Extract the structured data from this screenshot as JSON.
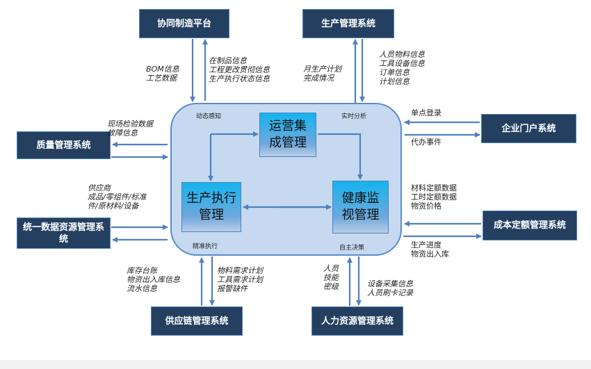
{
  "systems": {
    "collab": "协同制造平台",
    "production": "生产管理系统",
    "quality": "质量管理系统",
    "data": "统一数据资源管理系统",
    "portal": "企业门户系统",
    "cost": "成本定额管理系统",
    "supply": "供应链管理系统",
    "hr": "人力资源管理系统"
  },
  "modules": {
    "ops": "运营集成管理",
    "exec": "生产执行管理",
    "health": "健康监视管理"
  },
  "corners": {
    "tl": "动态感知",
    "tr": "实时分析",
    "bl": "精准执行",
    "br": "自主决策"
  },
  "labels": {
    "collab_in": "BOM信息\n工艺数据",
    "collab_out": "在制品信息\n工程更改贯彻信息\n生产执行状态信息",
    "prod_out": "月生产计划\n完成情况",
    "prod_in": "人员物料信息\n工具设备信息\n订单信息\n计划信息",
    "quality": "现场检验数据\n故障信息",
    "data": "供应商\n成品/零组件/标准\n件/原材料/设备",
    "portal_in": "单点登录",
    "portal_out": "代办事件",
    "cost_in": "材料定额数据\n工时定额数据\n物资价格",
    "cost_out": "生产进度\n物资出入库",
    "supply_in": "库存台账\n物资出入库信息\n流水信息",
    "supply_out": "物料需求计划\n工具需求计划\n报警缺件",
    "hr_in": "人员\n技能\n密级",
    "hr_out": "设备采集信息\n人员刷卡记录"
  },
  "colors": {
    "system_fill": "#243f60",
    "core_fill": "#c6d9f1",
    "arrow": "#4f81bd"
  }
}
